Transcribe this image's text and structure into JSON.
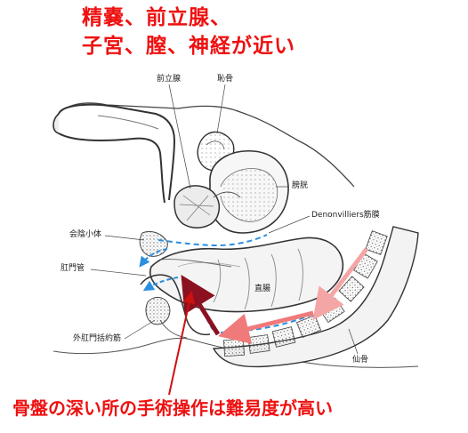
{
  "headline": {
    "line1": "精嚢、前立腺、",
    "line2": "子宮、膣、神経が近い"
  },
  "labels": {
    "prostate": "前立腺",
    "pubis": "恥骨",
    "bladder": "膀胱",
    "denonvilliers": "Denonvilliers筋膜",
    "perineal_body": "会陰小体",
    "anal_canal": "肛門管",
    "rectum": "直腸",
    "external_sphincter": "外肛門括約筋",
    "sacrum": "仙骨"
  },
  "footer": {
    "text": "骨盤の深い所の手術操作は難易度が高い"
  },
  "colors": {
    "headline": "#ee1111",
    "footer": "#ee1111",
    "dashed_path": "#2a8fe0",
    "arrow_dark": "#8b1020",
    "arrow_light": "#f4a5a5",
    "arrow_mid": "#f07a7a"
  }
}
